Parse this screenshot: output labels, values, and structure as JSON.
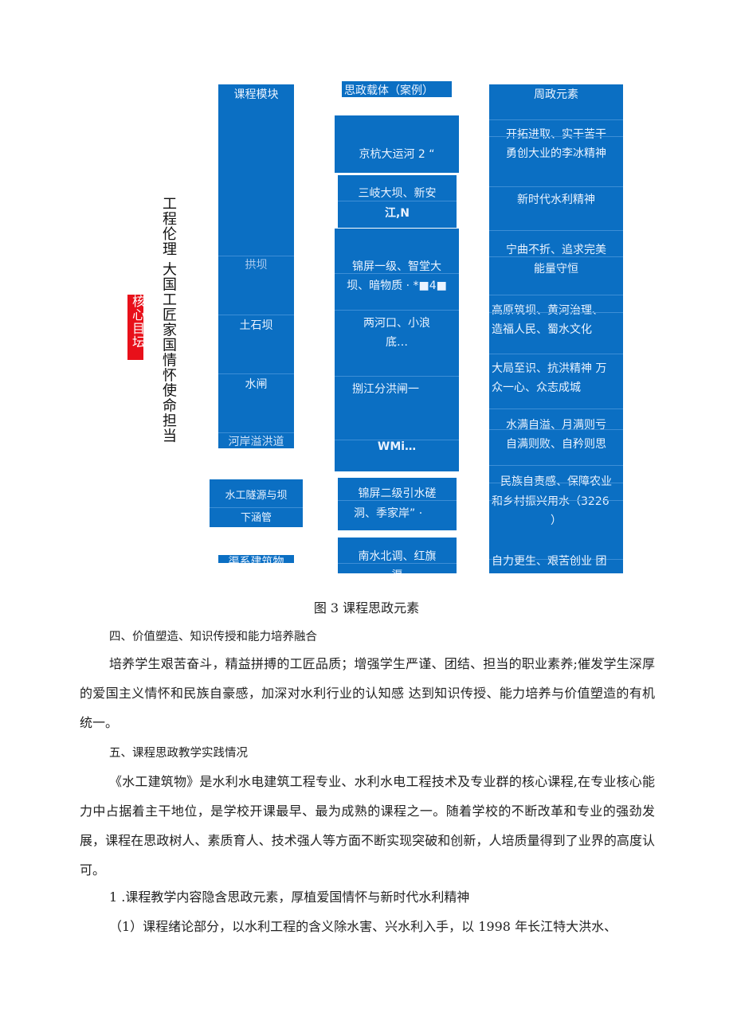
{
  "figure": {
    "core_goal": "核心目坛",
    "goal_text": "工程伦理 大国工匠家国情怀使命担当",
    "modules_header": "课程模块",
    "modules": [
      "拱坝",
      "土石坝",
      "水闸",
      "河岸溢洪道"
    ],
    "module_tunnel": [
      "水工隧源与坝",
      "下涵管"
    ],
    "module_canal": "渠系建筑物",
    "carriers_header": "思政载体（案例）",
    "carriers": {
      "c1": "京杭大运河 2 “",
      "c2": [
        "三岐大坝、新安",
        "江,N"
      ],
      "c3": [
        "锦屏一级、智堂大",
        "坝、暗物质 · *■4■"
      ],
      "c4": [
        "两河口、小浪",
        "底…"
      ],
      "c5": "捌江分洪闸一",
      "c6": "WMi…",
      "c7": [
        "锦屏二级引水磋",
        "洞、季家岸” ·"
      ],
      "c8": [
        "南水北调、红旗",
        "渠"
      ]
    },
    "elements_header": "周政元素",
    "elements": [
      [
        "开拓进取、实干苦干",
        "勇创大业的李冰精神"
      ],
      [
        "新时代水利精神"
      ],
      [
        "宁曲不折、追求完美",
        "能量守恒"
      ],
      [
        "高原筑坝、黄河治理、",
        "造福人民、蜀水文化"
      ],
      [
        "大局至识、抗洪精神 万",
        "众一心、众志成城"
      ],
      [
        "水满自溢、月满则亏",
        "自满则败、自矜则思"
      ],
      [
        "民族自责感、保障农业",
        "和乡村振兴用水（3226",
        "）"
      ],
      [
        "自力更生、艰苦创业 团"
      ]
    ],
    "caption": "图 3 课程思政元素",
    "colors": {
      "box": "#0b6fc3",
      "core": "#e8101a"
    }
  },
  "body": {
    "h4": "四、价值塑造、知识传授和能力培养融合",
    "p1": "培养学生艰苦奋斗，精益拼搏的工匠品质；增强学生严谨、团结、担当的职业素养;催发学生深厚的爱国主义情怀和民族自豪感，加深对水利行业的认知感 达到知识传授、能力培养与价值塑造的有机统一。",
    "h5": "五、课程思政教学实践情况",
    "p2": "《水工建筑物》是水利水电建筑工程专业、水利水电工程技术及专业群的核心课程,在专业核心能力中占据着主干地位，是学校开课最早、最为成熟的课程之一。随着学校的不断改革和专业的强劲发展，课程在思政树人、素质育人、技术强人等方面不断实现突破和创新，人培质量得到了业界的高度认可。",
    "item1": "1 .课程教学内容隐含思政元素，厚植爱国情怀与新时代水利精神",
    "item1_1": "（1）课程绪论部分，以水利工程的含义除水害、兴水利入手，以 1998 年长江特大洪水、"
  }
}
